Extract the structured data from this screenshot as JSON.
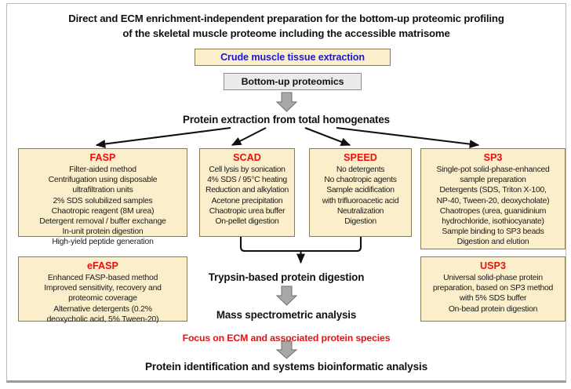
{
  "figure": {
    "title_line1": "Direct and ECM enrichment-independent preparation for the bottom-up proteomic profiling",
    "title_line2": "of the skeletal muscle proteome including the accessible matrisome",
    "colors": {
      "method_name": "#e8110e",
      "crude_box_text": "#1a18d8",
      "cream_fill": "#faeecb",
      "cream_border": "#8a7a4e",
      "gray_fill": "#ebebeb",
      "arrow_gray": "#a6a6a6",
      "text": "#111111"
    }
  },
  "flow": {
    "crude_extraction": "Crude muscle tissue extraction",
    "bottom_up": "Bottom-up proteomics",
    "protein_extraction": "Protein extraction from total homogenates",
    "trypsin_digestion": "Trypsin-based protein digestion",
    "mass_spec": "Mass spectrometric analysis",
    "focus": "Focus on ECM and associated protein species",
    "final": "Protein identification and systems bioinformatic analysis"
  },
  "methods": {
    "fasp": {
      "name": "FASP",
      "lines": [
        "Filter-aided method",
        "Centrifugation using disposable",
        "ultrafiltration units",
        "2% SDS solubilized samples",
        "Chaotropic reagent (8M urea)",
        "Detergent removal / buffer exchange",
        "In-unit protein digestion",
        "High-yield peptide generation"
      ]
    },
    "efasp": {
      "name": "eFASP",
      "lines": [
        "Enhanced FASP-based method",
        "Improved sensitivity, recovery and",
        "proteomic coverage",
        "Alternative detergents (0.2%",
        "deoxycholic acid, 5% Tween-20)"
      ]
    },
    "scad": {
      "name": "SCAD",
      "lines": [
        "Cell lysis by sonication",
        "4% SDS / 95°C heating",
        "Reduction and alkylation",
        "Acetone precipitation",
        "Chaotropic urea buffer",
        "On-pellet digestion"
      ]
    },
    "speed": {
      "name": "SPEED",
      "lines": [
        "No detergents",
        "No chaotropic agents",
        "Sample acidification",
        "with trifluoroacetic acid",
        "Neutralization",
        "Digestion"
      ]
    },
    "sp3": {
      "name": "SP3",
      "lines": [
        "Single-pot solid-phase-enhanced",
        "sample preparation",
        "Detergents (SDS, Triton X-100,",
        "NP-40, Tween-20, deoxycholate)",
        "Chaotropes (urea, guanidinium",
        "hydrochloride, isothiocyanate)",
        "Sample binding to SP3 beads",
        "Digestion and elution"
      ]
    },
    "usp3": {
      "name": "USP3",
      "lines": [
        "Universal solid-phase protein",
        "preparation, based on SP3 method",
        "with 5% SDS buffer",
        "On-bead protein digestion"
      ]
    }
  }
}
